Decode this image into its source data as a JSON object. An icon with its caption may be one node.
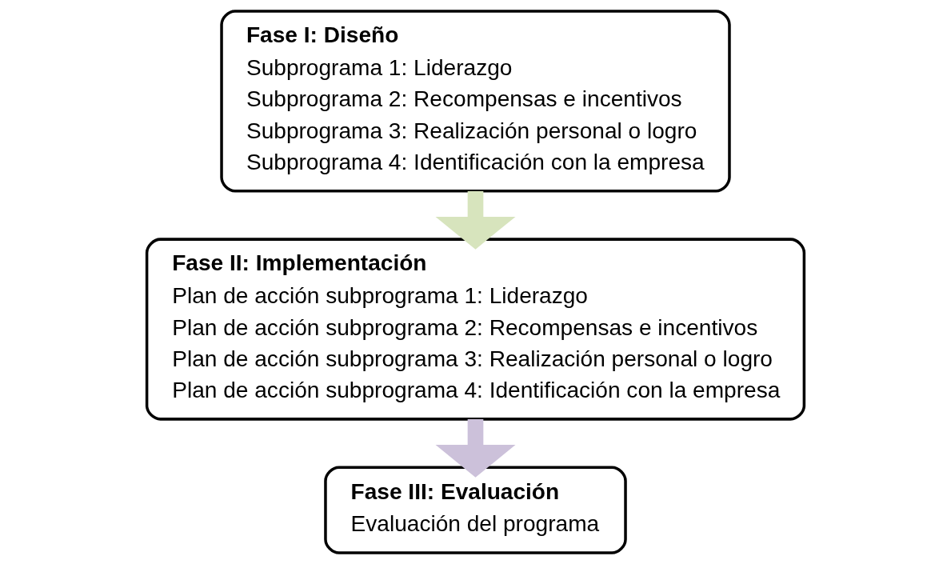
{
  "diagram": {
    "nodes": [
      {
        "text": [
          "Fase I: Diseño",
          "Subprograma 1: Liderazgo",
          "Subprograma 2: Recompensas e incentivos",
          "Subprograma 3: Realización personal o logro",
          "Subprograma 4: Identificación con la empresa"
        ]
      },
      {
        "text": [
          "Fase II: Implementación",
          "Plan de acción subprograma 1: Liderazgo",
          "Plan de acción subprograma 2: Recompensas e incentivos",
          "Plan de acción subprograma 3: Realización personal o logro",
          "Plan de acción subprograma 4: Identificación con la empresa"
        ]
      },
      {
        "text": [
          "Fase III: Evaluación",
          "Evaluación del programa"
        ]
      }
    ],
    "edges": [
      {
        "from": 0,
        "to": 1,
        "arrow": "to",
        "color": "#d7e4bd"
      },
      {
        "from": 1,
        "to": 2,
        "arrow": "to",
        "color": "#ccc1da"
      }
    ]
  }
}
